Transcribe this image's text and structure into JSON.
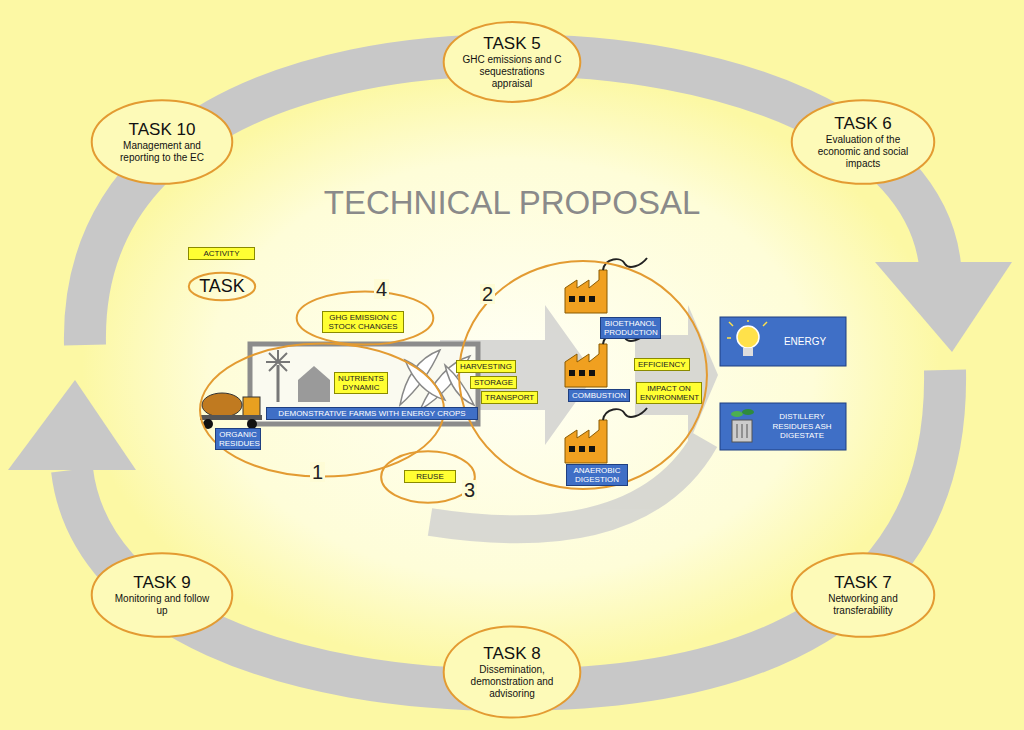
{
  "diagram": {
    "title": "TECHNICAL PROPOSAL",
    "nodes": [
      {
        "text": [
          "TASK 5",
          "GHC emissions and C sequestrations appraisal"
        ]
      },
      {
        "text": [
          "TASK 10",
          "Management and reporting to the EC"
        ]
      },
      {
        "text": [
          "TASK 6",
          "Evaluation of the economic and social impacts"
        ]
      },
      {
        "text": [
          "ACTIVITY"
        ]
      },
      {
        "text": [
          "TASK"
        ]
      },
      {
        "text": [
          "4"
        ]
      },
      {
        "text": [
          "GHG EMISSION C STOCK CHANGES"
        ],
        "in": 5
      },
      {
        "text": [
          "2"
        ]
      },
      {
        "text": [
          "HARVESTING"
        ],
        "in": 7
      },
      {
        "text": [
          "STORAGE"
        ],
        "in": 7
      },
      {
        "text": [
          "TRANSPORT"
        ],
        "in": 7
      },
      {
        "text": [
          "BIOETHANOL PRODUCTION"
        ],
        "in": 7
      },
      {
        "text": [
          "EFFICIENCY"
        ],
        "in": 7
      },
      {
        "text": [
          "IMPACT ON ENVIRONMENT"
        ],
        "in": 7
      },
      {
        "text": [
          "COMBUSTION"
        ],
        "in": 7
      },
      {
        "text": [
          "ANAEROBIC DIGESTION"
        ],
        "in": 7
      },
      {
        "text": [
          "ENERGY"
        ]
      },
      {
        "text": [
          "1"
        ]
      },
      {
        "text": [
          "NUTRIENTS DYNAMIC"
        ],
        "in": 17
      },
      {
        "text": [
          "DEMONSTRATIVE FARMS WITH ENERGY CROPS"
        ],
        "in": 17
      },
      {
        "text": [
          "ORGANIC RESIDUES"
        ],
        "in": 17
      },
      {
        "text": [
          "DISTILLERY RESIDUES ASH DIGESTATE"
        ]
      },
      {
        "text": [
          "3"
        ]
      },
      {
        "text": [
          "REUSE"
        ],
        "in": 22
      },
      {
        "text": [
          "TASK 9",
          "Monitoring and follow up"
        ]
      },
      {
        "text": [
          "TASK 7",
          "Networking and transferability"
        ]
      },
      {
        "text": [
          "TASK 8",
          "Dissemination, demonstration and advisoring"
        ]
      }
    ]
  }
}
